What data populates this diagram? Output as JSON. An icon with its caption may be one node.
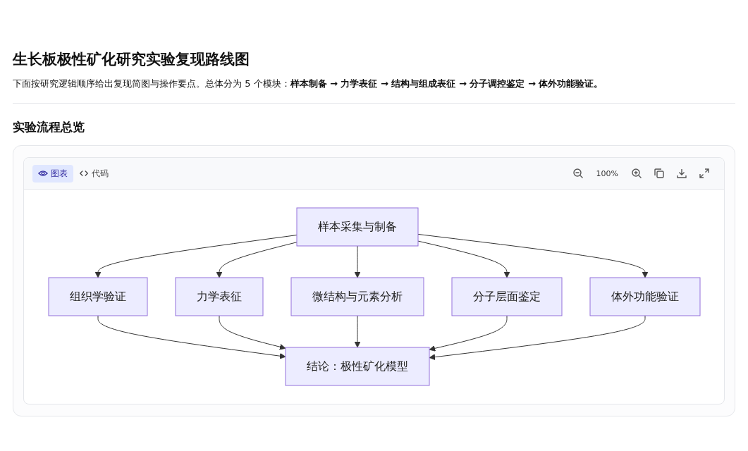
{
  "diagram": {
    "title": "生长板极性矿化研究实验复现路线图",
    "nodes": [
      {
        "text": [
          "样本采集与制备"
        ]
      },
      {
        "text": [
          "组织学验证"
        ]
      },
      {
        "text": [
          "力学表征"
        ]
      },
      {
        "text": [
          "微结构与元素分析"
        ]
      },
      {
        "text": [
          "分子层面鉴定"
        ]
      },
      {
        "text": [
          "体外功能验证"
        ]
      },
      {
        "text": [
          "结论：极性矿化模型"
        ]
      }
    ],
    "edges": [
      {
        "from": 0,
        "to": 1,
        "arrow": "to"
      },
      {
        "from": 0,
        "to": 2,
        "arrow": "to"
      },
      {
        "from": 0,
        "to": 3,
        "arrow": "to"
      },
      {
        "from": 0,
        "to": 4,
        "arrow": "to"
      },
      {
        "from": 0,
        "to": 5,
        "arrow": "to"
      },
      {
        "from": 1,
        "to": 6,
        "arrow": "to"
      },
      {
        "from": 2,
        "to": 6,
        "arrow": "to"
      },
      {
        "from": 3,
        "to": 6,
        "arrow": "to"
      },
      {
        "from": 4,
        "to": 6,
        "arrow": "to"
      },
      {
        "from": 5,
        "to": 6,
        "arrow": "to"
      }
    ],
    "labels": [
      "下面按研究逻辑顺序给出复现简图与操作要点。总体分为 5 个模块：**样本制备 → 力学表征 → 结构与组成表征 → 分子调控鉴定 → 体外功能验证。**",
      "实验流程总览",
      "图表",
      "代码",
      "100%"
    ]
  }
}
